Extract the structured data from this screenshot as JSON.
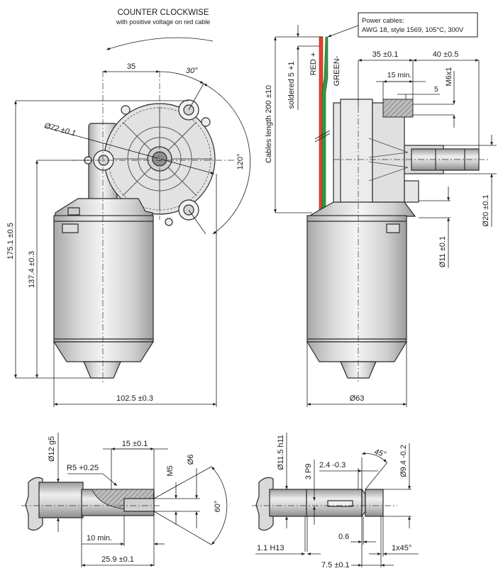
{
  "title": {
    "rotation": "COUNTER CLOCKWISE",
    "subtitle": "with positive voltage on red cable"
  },
  "callout": {
    "line1": "Power cables:",
    "line2": "AWG 18, style 1569, 105°C, 300V"
  },
  "front_view": {
    "dim_35": "35",
    "angle_30": "30°",
    "angle_120": "120°",
    "diameter_72": "Ø72 ±0.1",
    "height_175": "175.1 ±0.5",
    "height_137": "137.4 ±0.3",
    "width_102": "102.5 ±0.3"
  },
  "side_view": {
    "cables_length": "Cables length 200 ±10",
    "soldered": "soldered 5 +1",
    "red_label": "RED +",
    "green_label": "GREEN-",
    "dim_35": "35 ±0.1",
    "dim_40": "40 ±0.5",
    "dim_15min": "15 min.",
    "dim_5": "5",
    "thread_m6": "M6x1",
    "diameter_20": "Ø20 ±0.1",
    "diameter_11": "Ø11 ±0.1",
    "diameter_63": "Ø63"
  },
  "shaft_a": {
    "diameter_12": "Ø12 g5",
    "dim_15": "15 ±0.1",
    "radius": "R5 +0.25",
    "thread_m5": "M5",
    "diameter_6": "Ø6",
    "angle_60": "60°",
    "dim_10min": "10 min.",
    "dim_25": "25.9 ±0.1"
  },
  "shaft_b": {
    "diameter_115": "Ø11.5 h11",
    "key_3p9": "3 P9",
    "dim_24": "2.4 -0.3",
    "angle_45": "45°",
    "diameter_94": "Ø9.4 -0.2",
    "dim_06": "0.6",
    "dim_11h13": "1.1 H13",
    "chamfer": "1x45°",
    "dim_75": "7.5 ±0.1"
  },
  "colors": {
    "red_cable": "#e8432e",
    "green_cable": "#2f9a3f",
    "metal_light": "#e9e9e9",
    "metal_dark": "#9a9a9a"
  }
}
